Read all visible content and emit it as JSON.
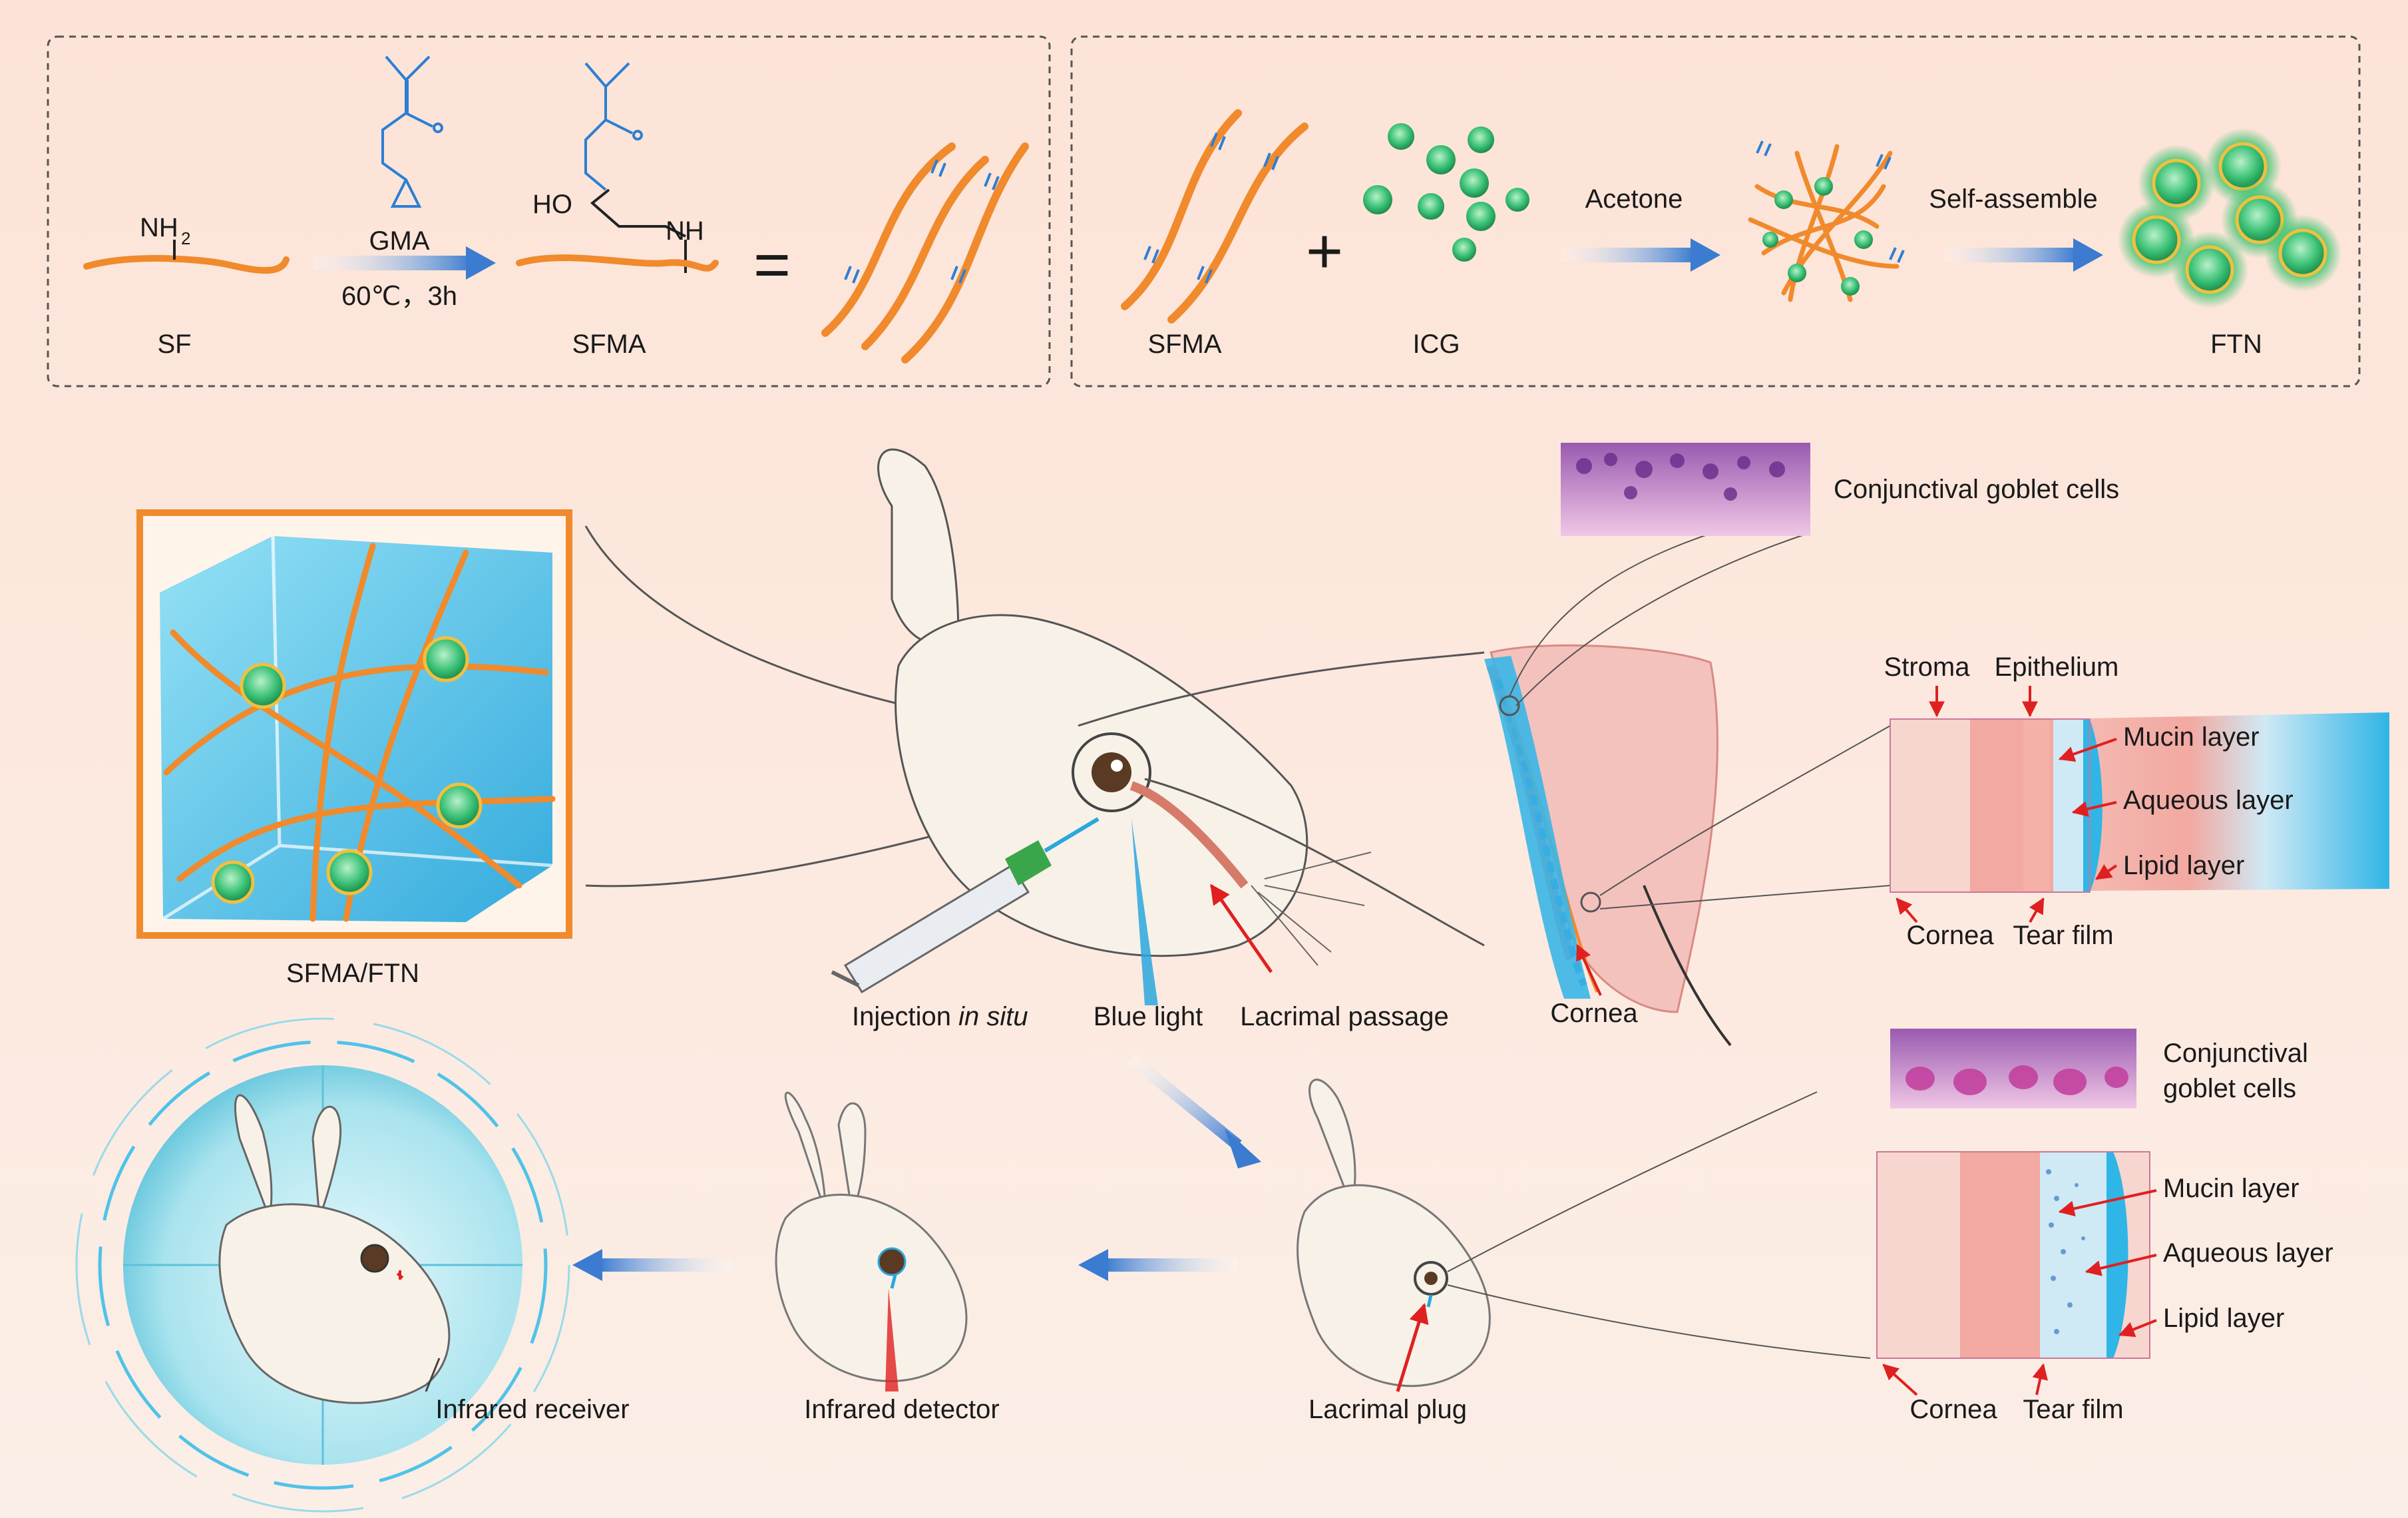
{
  "synthesis": {
    "sf": "SF",
    "nh2": "NH",
    "nh2_sub": "2",
    "gma": "GMA",
    "conditions": "60℃，3h",
    "ho": "HO",
    "nh": "NH",
    "sfma": "SFMA",
    "equals": "=",
    "sfma2": "SFMA",
    "plus": "+",
    "icg": "ICG",
    "acetone": "Acetone",
    "self_assemble": "Self-assemble",
    "ftn": "FTN"
  },
  "hydrogel": {
    "caption": "SFMA/FTN"
  },
  "rabbit_main": {
    "injection": "Injection ",
    "in_situ": "in situ",
    "blue_light": "Blue light",
    "lacrimal_passage": "Lacrimal passage"
  },
  "anatomy": {
    "cornea": "Cornea",
    "conj_goblet_top": "Conjunctival goblet cells",
    "stroma": "Stroma",
    "epithelium": "Epithelium",
    "mucin_top": "Mucin layer",
    "aqueous_top": "Aqueous layer",
    "lipid_top": "Lipid layer",
    "cornea_top": "Cornea",
    "tear_film_top": "Tear film",
    "conj_goblet_bottom_1": "Conjunctival",
    "conj_goblet_bottom_2": "goblet cells",
    "mucin_bottom": "Mucin layer",
    "aqueous_bottom": "Aqueous layer",
    "lipid_bottom": "Lipid layer",
    "cornea_bottom": "Cornea",
    "tear_film_bottom": "Tear film"
  },
  "bottom_row": {
    "lacrimal_plug": "Lacrimal plug",
    "infrared_detector": "Infrared detector",
    "infrared_receiver": "Infrared receiver"
  },
  "colors": {
    "fiber_orange": "#f08a2c",
    "chem_blue": "#2b7fd4",
    "nanoparticle_green": "#2eb86a",
    "arrow_blue": "#4a86cf",
    "arrow_red": "#e02020",
    "panel_bg": "#fde6da",
    "hydrogel_blue": "#4fc3e8"
  }
}
